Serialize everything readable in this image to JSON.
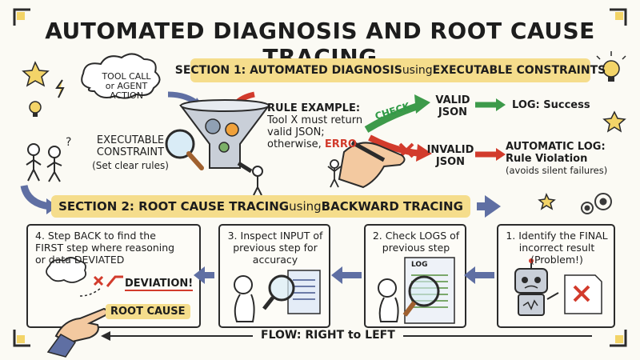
{
  "title": "AUTOMATED DIAGNOSIS AND ROOT CAUSE TRACING",
  "section1": {
    "prefix": "SECTION 1: AUTOMATED DIAGNOSIS ",
    "using": "using",
    "suffix": " EXECUTABLE CONSTRAINTS"
  },
  "tool_call": [
    "TOOL CALL",
    "or AGENT ACTION"
  ],
  "constraint": [
    "EXECUTABLE",
    "CONSTRAINT",
    "(Set clear rules)"
  ],
  "rule": {
    "heading": "RULE EXAMPLE:",
    "lines": [
      "Tool X must return",
      "valid JSON;",
      "otherwise,"
    ],
    "error": "ERRO"
  },
  "check_label": "CHECK",
  "valid": [
    "VALID",
    "JSON"
  ],
  "invalid": [
    "INVALID",
    "JSON"
  ],
  "log_success": "LOG: Success",
  "auto_log": [
    "AUTOMATIC LOG:",
    "Rule Violation",
    "(avoids silent failures)"
  ],
  "section2": {
    "prefix": "SECTION 2: ROOT CAUSE TRACING ",
    "using": "using",
    "suffix": " BACKWARD TRACING"
  },
  "steps": [
    {
      "lines": [
        "4. Step BACK to find the",
        "FIRST step where reasoning",
        "or data DEVIATED"
      ]
    },
    {
      "lines": [
        "3. Inspect INPUT of",
        "previous step for",
        "accuracy"
      ]
    },
    {
      "lines": [
        "2. Check LOGS of",
        "previous step"
      ]
    },
    {
      "lines": [
        "1. Identify the FINAL",
        "incorrect result",
        "(Problem!)"
      ]
    }
  ],
  "deviation": "DEVIATION!",
  "root_cause": "ROOT CAUSE",
  "log_tag": "LOG",
  "flow": "FLOW: RIGHT to LEFT",
  "colors": {
    "accent_yellow": "#f5dd8c",
    "arrow_blue": "#5f6fa3",
    "check_green": "#3d9a4a",
    "error_red": "#d23b2c"
  }
}
